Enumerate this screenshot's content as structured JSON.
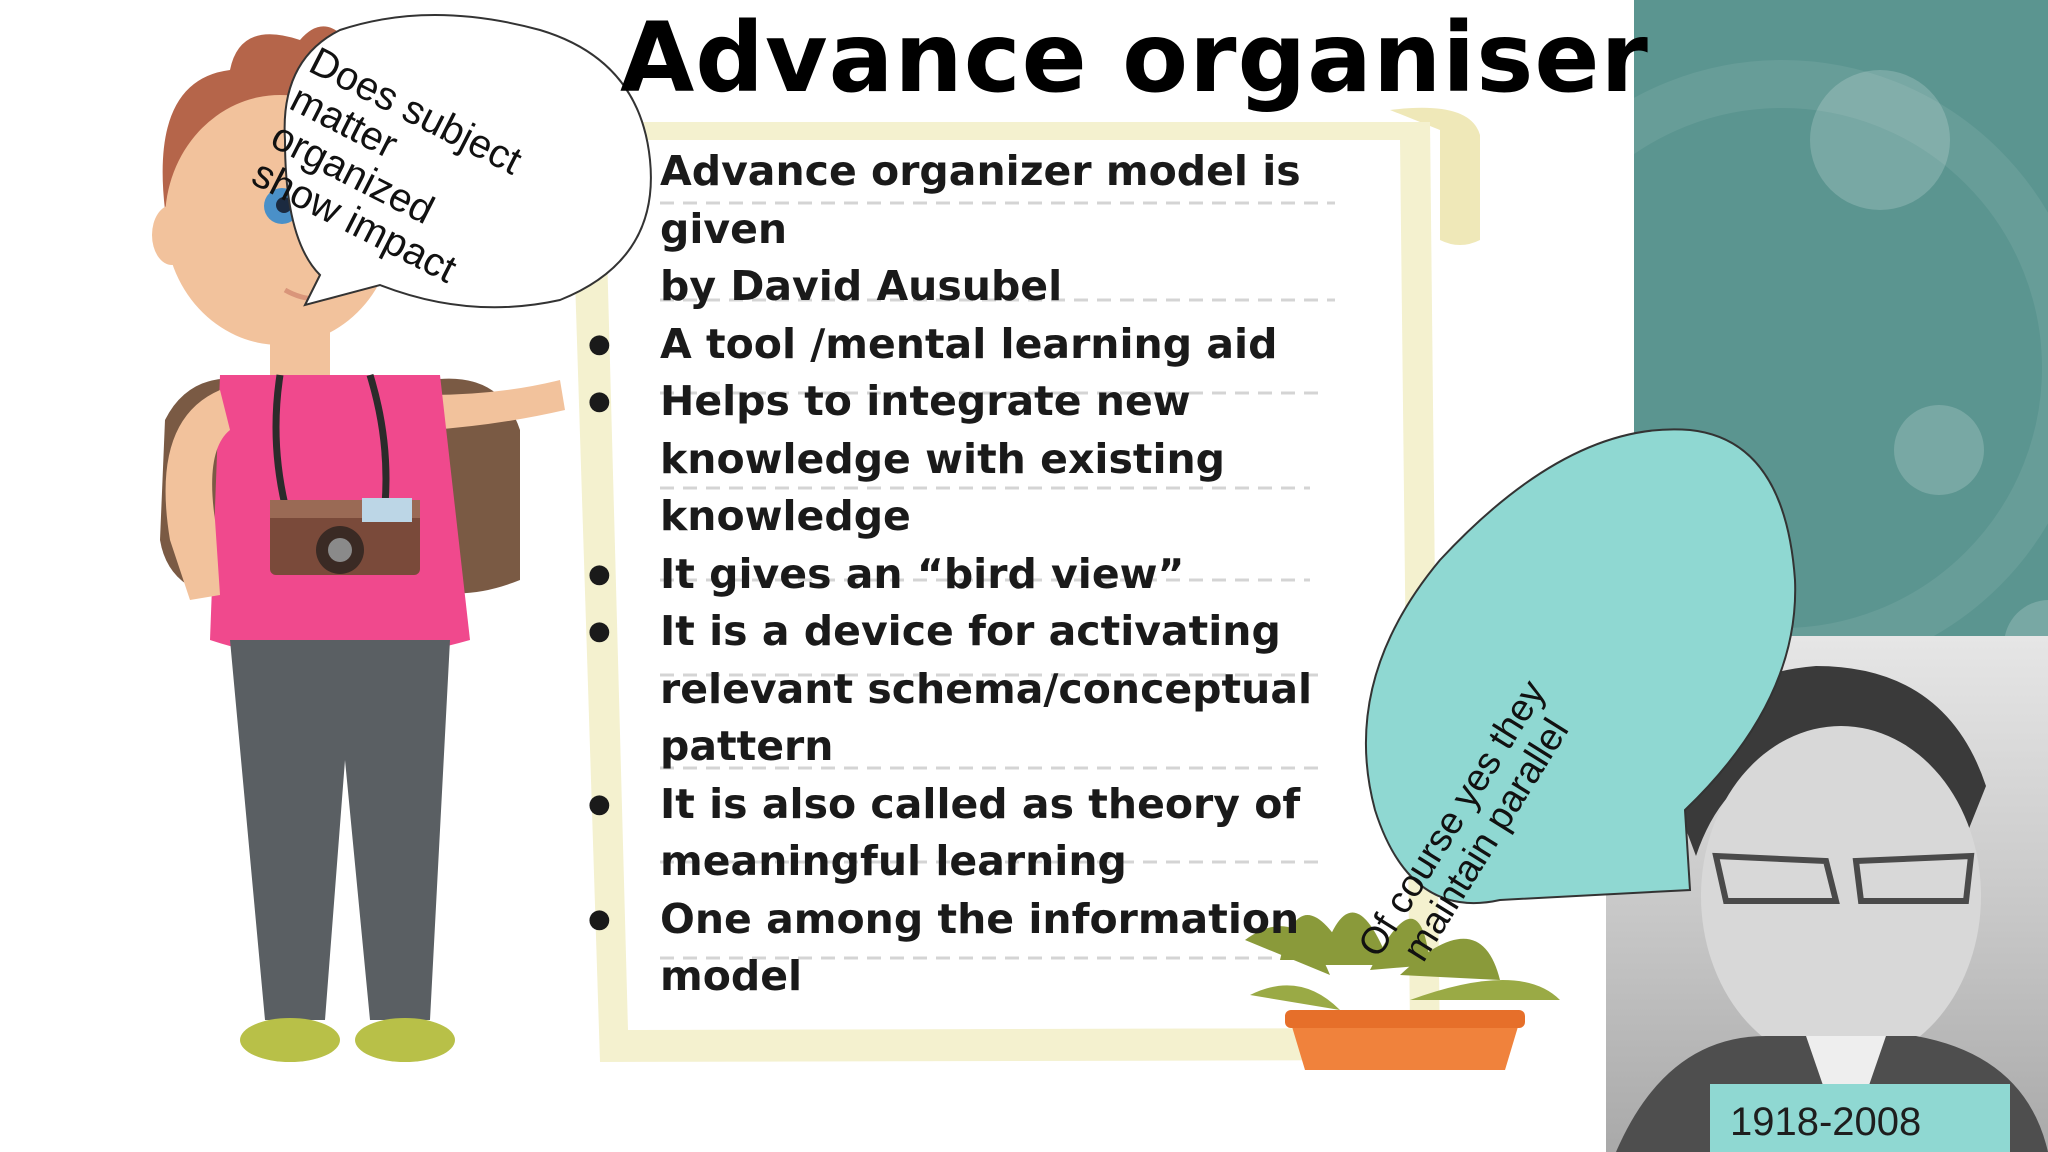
{
  "slide": {
    "title": "Advance organiser",
    "content_lines": [
      "Advance organizer model is given",
      "by David Ausubel",
      "A tool /mental learning aid",
      "Helps to integrate new",
      "knowledge with existing",
      "knowledge",
      "It gives an “bird view”",
      "It is a device for activating",
      "relevant schema/conceptual",
      "pattern",
      "It is also called as theory of",
      "meaningful learning",
      "One among the information",
      "model"
    ]
  },
  "bubbles": {
    "left": "Does subject\nmatter\norganized\nshow impact",
    "right": "Of course yes they\nmaintain parallel"
  },
  "portrait": {
    "dates": "1918-2008"
  },
  "icons": [
    "cartoon-boy-illustration",
    "camera-icon",
    "scroll-paper",
    "potted-plant-icon",
    "portrait-photo"
  ],
  "colors": {
    "teal_band": "#5b9590",
    "bubble_right": "#8fd8d2",
    "shirt": "#f0498d",
    "paper_border": "#f2f0cf",
    "pot": "#f0823c",
    "plant": "#8a9a3a"
  }
}
